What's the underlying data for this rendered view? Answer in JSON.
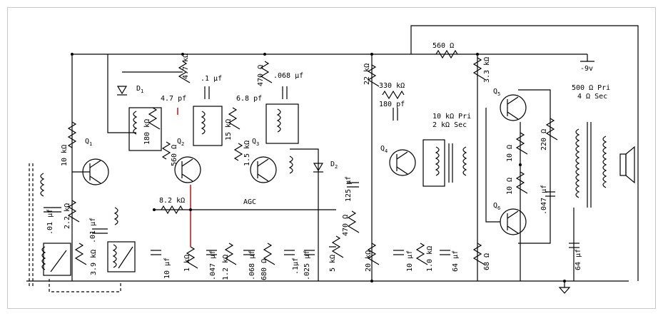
{
  "labels": {
    "q1": "Q",
    "q1s": "1",
    "q2": "Q",
    "q2s": "2",
    "q3": "Q",
    "q3s": "3",
    "q4": "Q",
    "q4s": "4",
    "q5": "Q",
    "q5s": "5",
    "q6": "Q",
    "q6s": "6",
    "d1": "D",
    "d1s": "1",
    "d2": "D",
    "d2s": "2",
    "r_10k_left": "10 kΩ",
    "r_2_2k": "2.2 kΩ",
    "c_01_left": ".01 µf",
    "c_01_mid": ".01 µf",
    "r_3_9k": "3.9 kΩ",
    "r_180k": "180 kΩ",
    "r_4_7k": "4.7 kΩ",
    "c_1_top": ".1 µf",
    "c_4_7p": "4.7 pf",
    "r_560": "560 Ω",
    "r_8_2k": "8.2 kΩ",
    "agc": "AGC",
    "c_10_a": "10 µf",
    "r_1k": "1 kΩ",
    "c_047_a": ".047 µf",
    "r_15k": "15 kΩ",
    "r_470_top": "470 Ω",
    "c_068_top": ".068 µf",
    "c_6_8p": "6.8 pf",
    "r_1_5k": "1.5 kΩ",
    "r_1_2k": "1.2 kΩ",
    "c_068_b": ".068 µf",
    "r_680": "680 Ω",
    "c_1_b": ".1µf",
    "c_025": ".025 µf",
    "r_5k": "5 kΩ",
    "r_470_mid": "470 Ω",
    "c_125": "125 µf",
    "r_22k": "22 kΩ",
    "r_330k": "330 kΩ",
    "c_180p": "180 pf",
    "r_20k": "20 kΩ",
    "c_10_b": "10 µf",
    "r_1_0k": "1.0 kΩ",
    "c_64_a": "64 µf",
    "r_560_top": "560 Ω",
    "r_3_3k": "3.3 kΩ",
    "t1_pri": "10 kΩ Pri",
    "t1_sec": "2 kΩ Sec",
    "r_68": "68 Ω",
    "r_10_a": "10 Ω",
    "r_10_b": "10 Ω",
    "r_220": "220 Ω",
    "c_047_b": ".047 µf",
    "t2_pri": "500 Ω Pri",
    "t2_sec": "4 Ω Sec",
    "c_64_b": "64 µf",
    "supply": "-9v"
  }
}
